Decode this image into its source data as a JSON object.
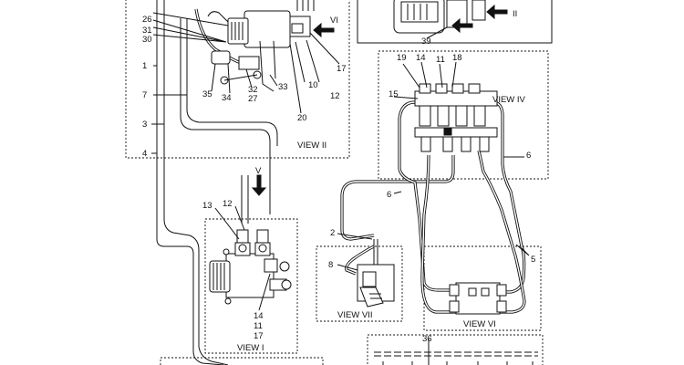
{
  "views": {
    "view1": "VIEW I",
    "view2": "VIEW  II",
    "view4": "VIEW IV",
    "view6": "VIEW VI",
    "view7": "VIEW VII"
  },
  "arrow_labels": {
    "v": "V",
    "vi": "VI",
    "ii": "II"
  },
  "callouts": {
    "c1": "1",
    "c2": "2",
    "c3": "3",
    "c4": "4",
    "c5": "5",
    "c6a": "6",
    "c6b": "6",
    "c7": "7",
    "c8": "8",
    "c10": "10",
    "c11a": "11",
    "c11b": "11",
    "c12a": "12",
    "c12b": "12",
    "c13": "13",
    "c14a": "14",
    "c14b": "14",
    "c15": "15",
    "c17a": "17",
    "c17b": "17",
    "c18": "18",
    "c19": "19",
    "c20": "20",
    "c26": "26",
    "c27": "27",
    "c30": "30",
    "c31": "31",
    "c32": "32",
    "c33": "33",
    "c34": "34",
    "c35": "35",
    "c36": "36",
    "c39": "39"
  },
  "colors": {
    "ink": "#111111",
    "paper": "#ffffff"
  }
}
